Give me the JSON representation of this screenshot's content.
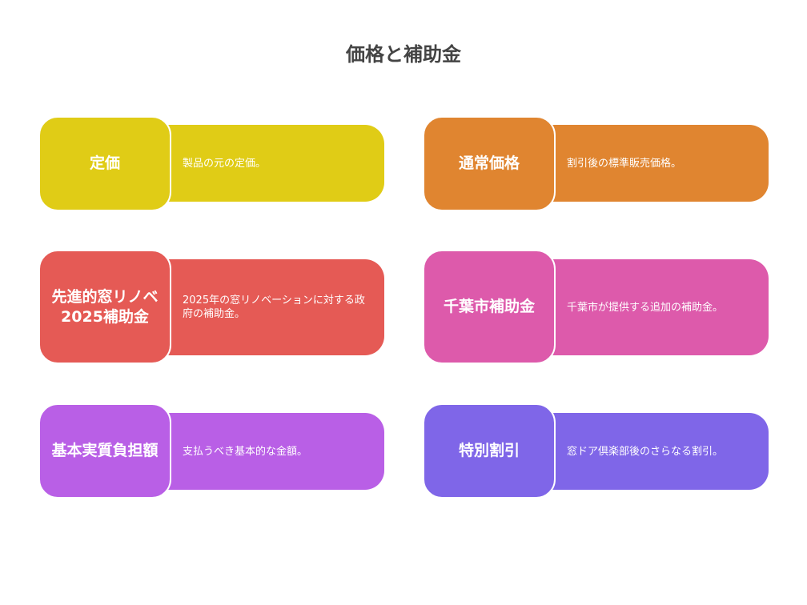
{
  "title": "価格と補助金",
  "cards": [
    {
      "label": "定価",
      "description": "製品の元の定価。",
      "color": "#e0cc16"
    },
    {
      "label": "通常価格",
      "description": "割引後の標準販売価格。",
      "color": "#e08530"
    },
    {
      "label": "先進的窓リノベ2025補助金",
      "description": "2025年の窓リノベーションに対する政府の補助金。",
      "color": "#e55a55"
    },
    {
      "label": "千葉市補助金",
      "description": "千葉市が提供する追加の補助金。",
      "color": "#dd5aab"
    },
    {
      "label": "基本実質負担額",
      "description": "支払うべき基本的な金額。",
      "color": "#b95fe6"
    },
    {
      "label": "特別割引",
      "description": "窓ドア倶楽部後のさらなる割引。",
      "color": "#7f66e8"
    }
  ]
}
